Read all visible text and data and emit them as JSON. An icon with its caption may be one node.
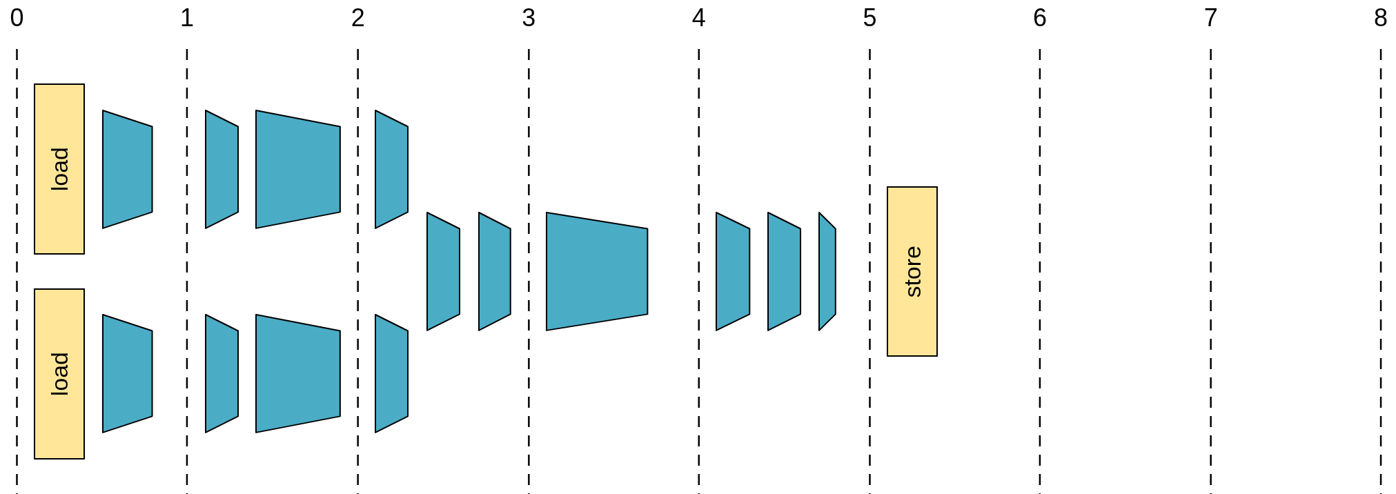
{
  "diagram": {
    "nodes": [
      {
        "text": [
          "load"
        ]
      },
      {
        "text": [],
        "shape": "trapezoid"
      },
      {
        "text": [],
        "shape": "trapezoid"
      },
      {
        "text": [],
        "shape": "trapezoid"
      },
      {
        "text": [],
        "shape": "trapezoid"
      },
      {
        "text": [
          "load"
        ]
      },
      {
        "text": [],
        "shape": "trapezoid"
      },
      {
        "text": [],
        "shape": "trapezoid"
      },
      {
        "text": [],
        "shape": "trapezoid"
      },
      {
        "text": [],
        "shape": "trapezoid"
      },
      {
        "text": [],
        "shape": "trapezoid"
      },
      {
        "text": [],
        "shape": "trapezoid"
      },
      {
        "text": [],
        "shape": "trapezoid"
      },
      {
        "text": [],
        "shape": "trapezoid"
      },
      {
        "text": [],
        "shape": "trapezoid"
      },
      {
        "text": [],
        "shape": "trapezoid"
      },
      {
        "text": [
          "store"
        ]
      }
    ],
    "labels": [
      "0",
      "1",
      "2",
      "3",
      "4",
      "5",
      "6",
      "7",
      "8"
    ]
  }
}
